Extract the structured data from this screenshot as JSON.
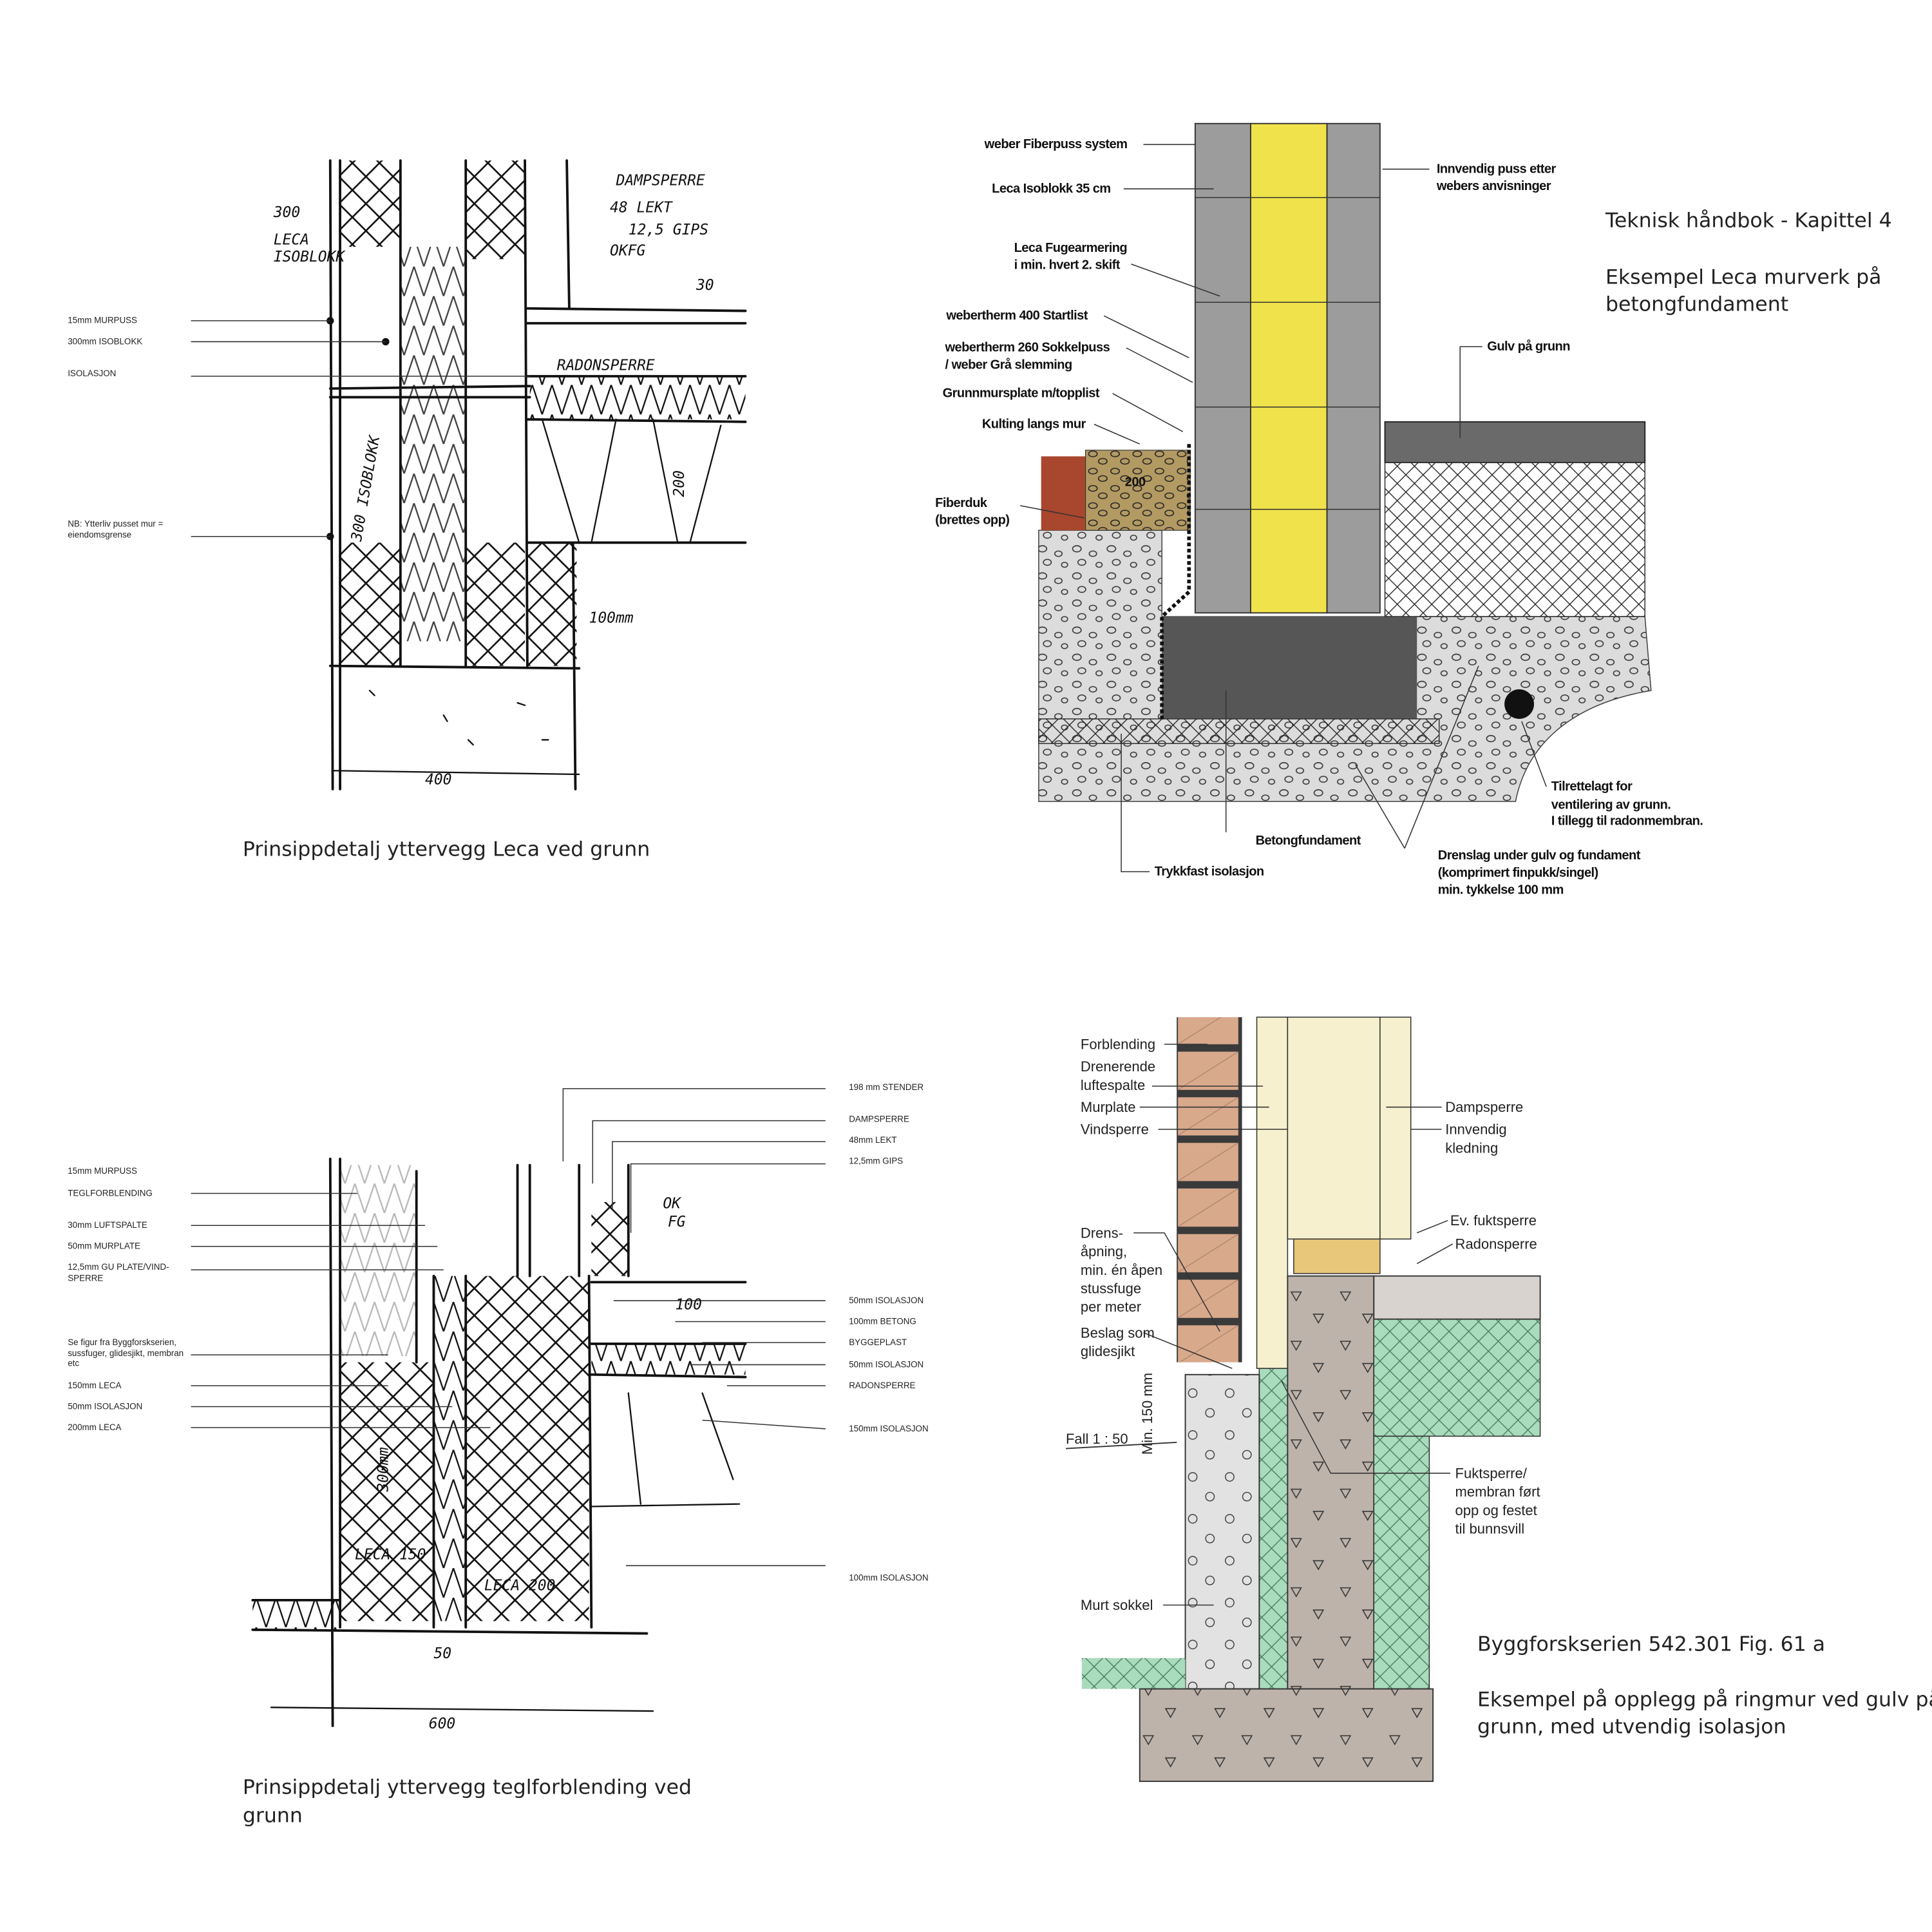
{
  "top_left": {
    "caption": "Prinsippdetalj yttervegg Leca ved grunn",
    "labels": [
      "15mm MURPUSS",
      "300mm ISOBLOKK",
      "ISOLASJON",
      "NB: Ytterliv pusset mur =",
      "eiendomsgrense"
    ],
    "handwritten": [
      "300",
      "LECA",
      "ISOBLOKK",
      "DAMPSPERRE",
      "48 LEKT",
      "12,5 GIPS",
      "OKFG",
      "30",
      "RADONSPERRE",
      "200",
      "300 ISOBLOKK",
      "100mm",
      "400"
    ]
  },
  "top_right": {
    "title": "Teknisk håndbok - Kapittel 4",
    "subtitle_lines": [
      "Eksempel Leca murverk på",
      "betongfundament"
    ],
    "labels": [
      "weber Fiberpuss system",
      "Leca Isoblokk 35 cm",
      "Leca Fugearmering",
      "i min. hvert 2. skift",
      "webertherm 400 Startlist",
      "webertherm 260 Sokkelpuss",
      "/ weber Grå slemming",
      "Grunnmursplate m/topplist",
      "Kulting langs mur",
      "Fiberduk",
      "(brettes opp)",
      "Innvendig puss etter",
      "webers anvisninger",
      "Gulv på grunn",
      "Tilrettelagt for",
      "ventilering av grunn.",
      "I tillegg til radonmembran.",
      "Betongfundament",
      "Drenslag under gulv og fundament",
      "(komprimert finpukk/singel)",
      "min. tykkelse 100 mm",
      "Trykkfast isolasjon"
    ],
    "dimension": "200",
    "colors": {
      "insulation": "#f0e24a",
      "block": "#9c9c9c",
      "foundation": "#565656",
      "gravel": "#dcdcdc",
      "soil": "#a8472e",
      "kulting": "#b39a63"
    }
  },
  "bottom_left": {
    "caption_lines": [
      "Prinsippdetalj yttervegg teglforblending ved",
      "grunn"
    ],
    "left_labels": [
      "15mm MURPUSS",
      "TEGLFORBLENDING",
      "30mm LUFTSPALTE",
      "50mm MURPLATE",
      "12,5mm GU PLATE/VIND-",
      "SPERRE",
      "Se figur fra Byggforskserien,",
      "sussfuger, glidesjikt, membran",
      "etc",
      "150mm LECA",
      "50mm ISOLASJON",
      "200mm LECA"
    ],
    "right_labels": [
      "198 mm STENDER",
      "DAMPSPERRE",
      "48mm LEKT",
      "12,5mm GIPS",
      "50mm ISOLASJON",
      "100mm BETONG",
      "BYGGEPLAST",
      "50mm ISOLASJON",
      "RADONSPERRE",
      "150mm ISOLASJON",
      "100mm ISOLASJON"
    ],
    "handwritten": [
      "OK",
      "FG",
      "100",
      "300mm",
      "LECA 150",
      "LECA 200",
      "50",
      "600"
    ]
  },
  "bottom_right": {
    "source": "Byggforskserien 542.301 Fig. 61 a",
    "description_lines": [
      "Eksempel på opplegg på ringmur ved gulv på",
      "grunn, med utvendig isolasjon"
    ],
    "labels": [
      "Forblending",
      "Drenerende",
      "luftespalte",
      "Murplate",
      "Vindsperre",
      "Dampsperre",
      "Innvendig",
      "kledning",
      "Ev. fuktsperre",
      "Radonsperre",
      "Drens-",
      "åpning,",
      "min. én åpen",
      "stussfuge",
      "per meter",
      "Beslag som",
      "glidesjikt",
      "Min. 150 mm",
      "Fall 1 : 50",
      "Fuktsperre/",
      "membran ført",
      "opp og festet",
      "til bunnsvill",
      "Murt sokkel"
    ],
    "colors": {
      "brick": "#d9a98c",
      "board": "#f6f0cf",
      "green_insulation": "#a9dbbd",
      "concrete": "#bdb3ab"
    }
  }
}
